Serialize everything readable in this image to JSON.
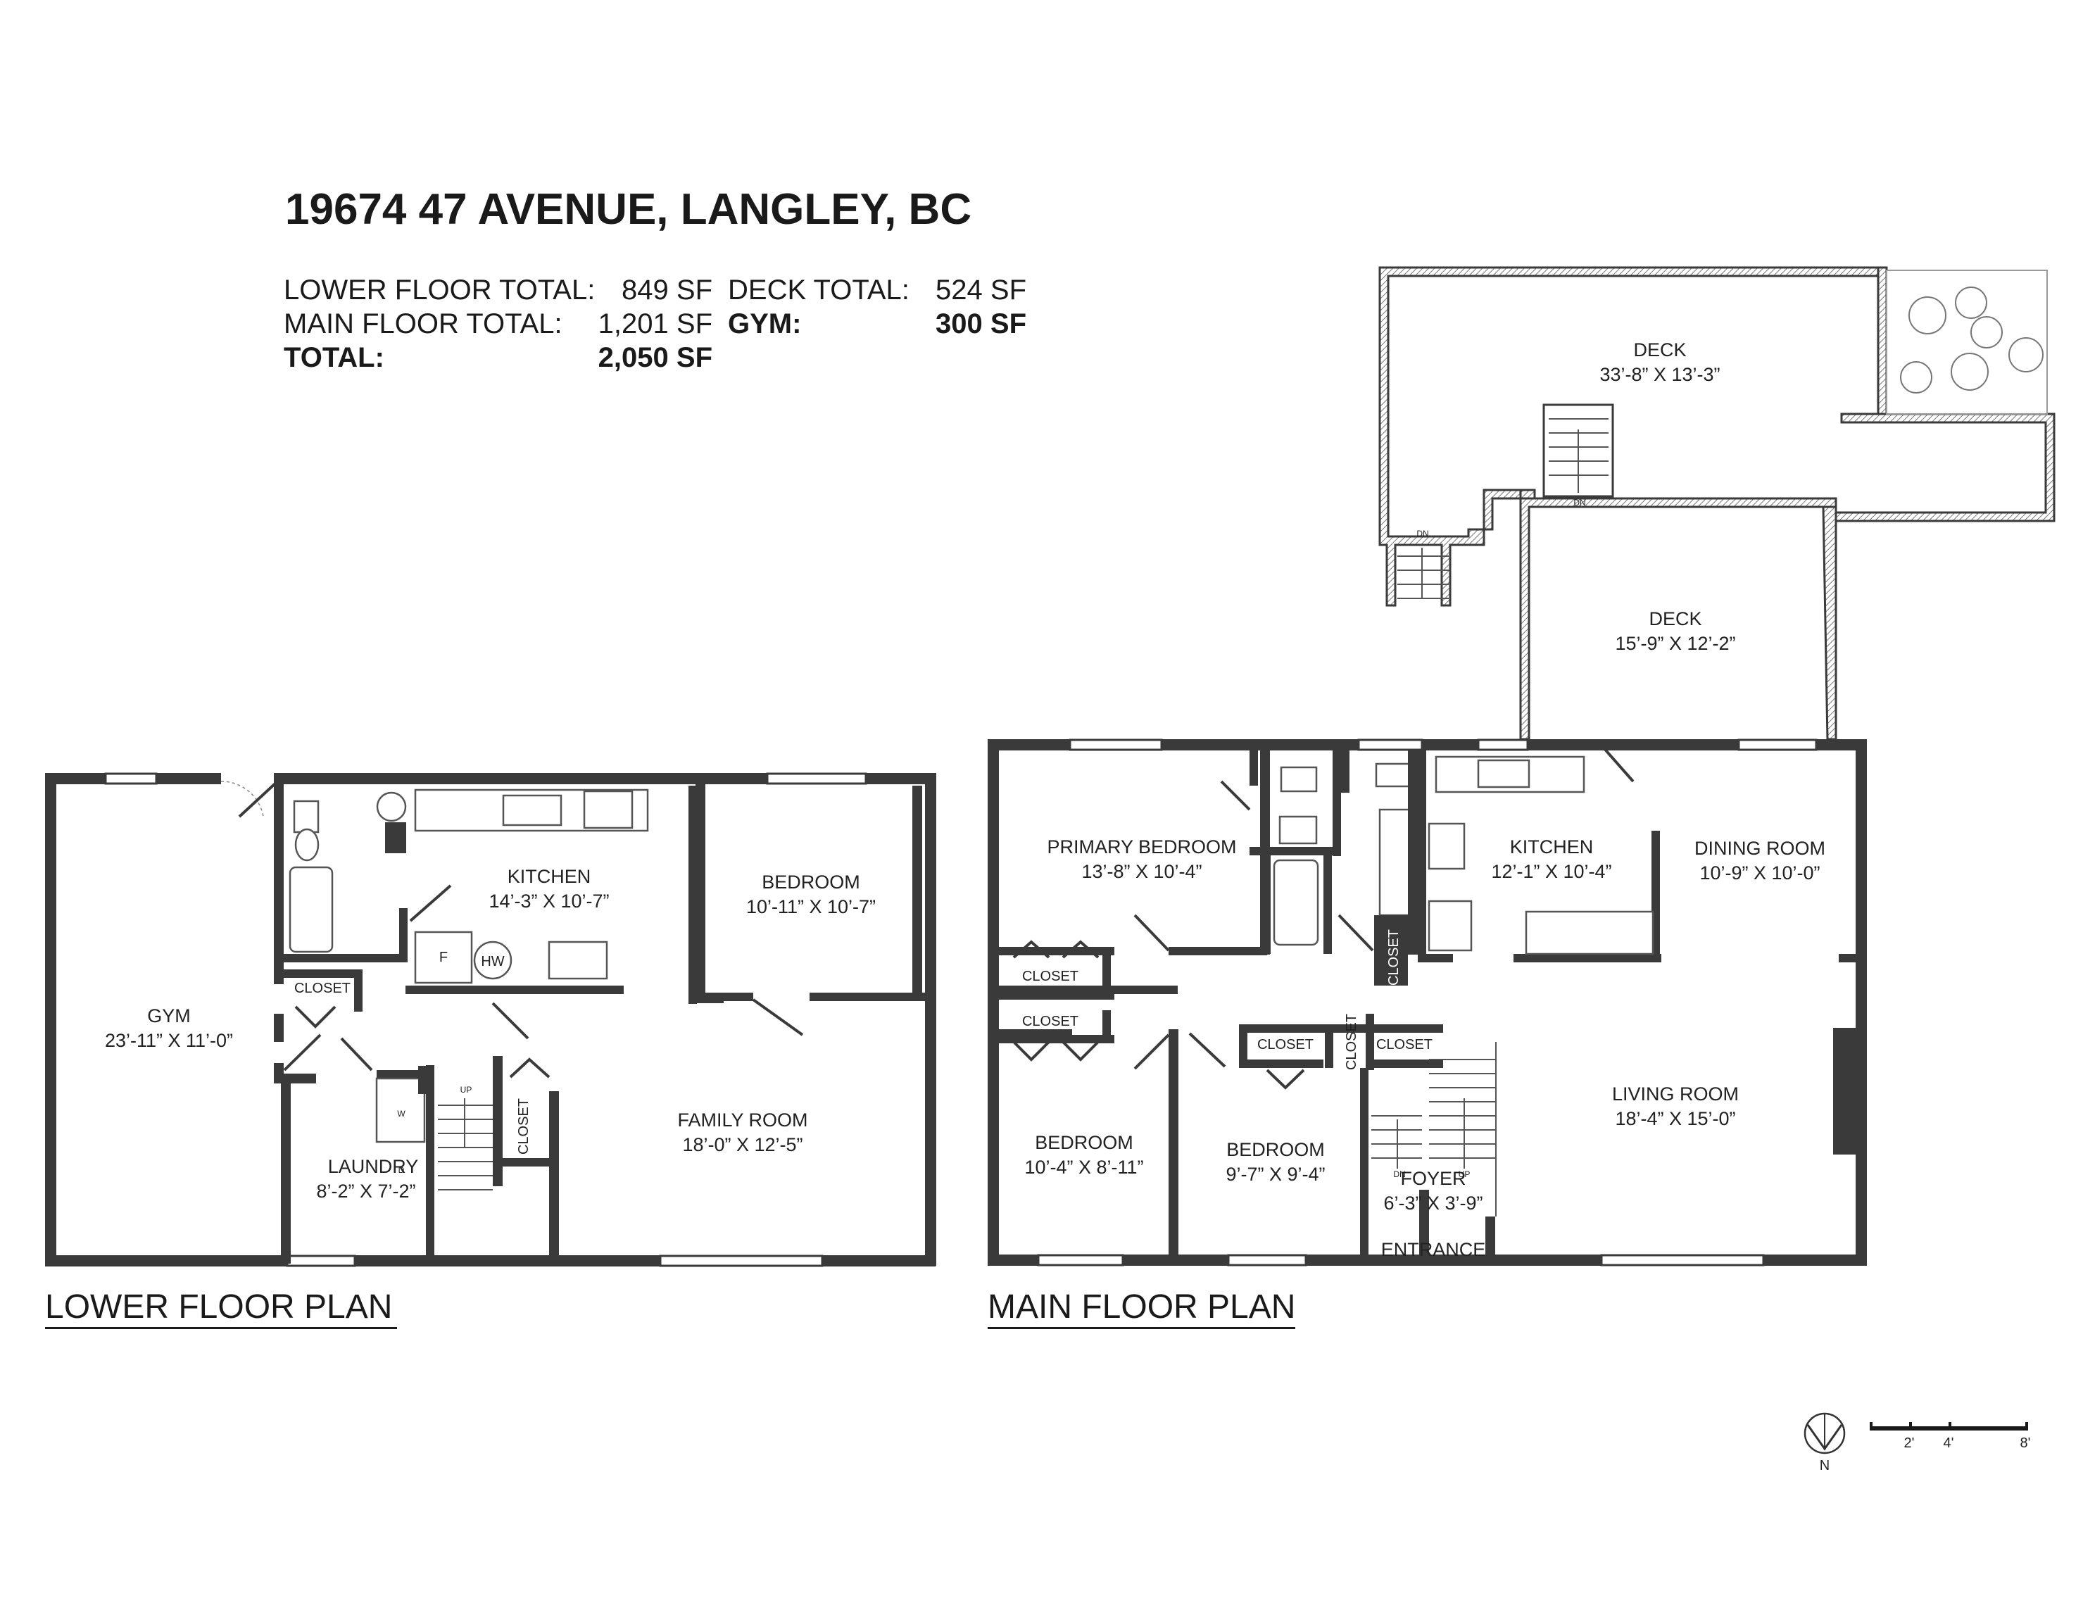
{
  "title": "19674 47 AVENUE, LANGLEY, BC",
  "areas": {
    "lower_floor_label": "LOWER FLOOR TOTAL:",
    "lower_floor_value": "849 SF",
    "main_floor_label": "MAIN FLOOR TOTAL:",
    "main_floor_value": "1,201 SF",
    "total_label": "TOTAL:",
    "total_value": "2,050 SF",
    "deck_label": "DECK TOTAL:",
    "deck_value": "524 SF",
    "gym_label": "GYM:",
    "gym_value": "300 SF"
  },
  "lower_plan": {
    "heading": "LOWER FLOOR PLAN",
    "gym": {
      "name": "GYM",
      "size": "23’-11” X 11’-0”"
    },
    "kitchen": {
      "name": "KITCHEN",
      "size": "14’-3” X 10’-7”"
    },
    "bedroom": {
      "name": "BEDROOM",
      "size": "10’-11” X 10’-7”"
    },
    "family_room": {
      "name": "FAMILY ROOM",
      "size": "18’-0” X 12’-5”"
    },
    "laundry": {
      "name": "LAUNDRY",
      "size": "8’-2” X 7’-2”"
    },
    "closet1": "CLOSET",
    "closet2": "CLOSET",
    "stairs_up": "UP",
    "fridge": "F",
    "water_heater": "HW",
    "washer": "W",
    "dryer": "D"
  },
  "main_plan": {
    "heading": "MAIN FLOOR PLAN",
    "deck1": {
      "name": "DECK",
      "size": "33’-8” X 13’-3”"
    },
    "deck2": {
      "name": "DECK",
      "size": "15’-9” X 12’-2”"
    },
    "primary_bedroom": {
      "name": "PRIMARY BEDROOM",
      "size": "13’-8” X 10’-4”"
    },
    "kitchen": {
      "name": "KITCHEN",
      "size": "12’-1” X 10’-4”"
    },
    "dining_room": {
      "name": "DINING ROOM",
      "size": "10’-9” X 10’-0”"
    },
    "living_room": {
      "name": "LIVING ROOM",
      "size": "18’-4” X 15’-0”"
    },
    "bedroom1": {
      "name": "BEDROOM",
      "size": "10’-4” X 8’-11”"
    },
    "bedroom2": {
      "name": "BEDROOM",
      "size": "9’-7” X 9’-4”"
    },
    "foyer": {
      "name": "FOYER",
      "size": "6’-3” X 3’-9”"
    },
    "entrance": "ENTRANCE",
    "closet_a": "CLOSET",
    "closet_b": "CLOSET",
    "closet_c": "CLOSET",
    "closet_d": "CLOSET",
    "closet_e": "CLOSET",
    "closet_f": "CLOSET",
    "stairs_dn1": "DN",
    "stairs_dn2": "DN",
    "stairs_dn3": "DN",
    "stairs_up": "UP"
  },
  "legend": {
    "north": "N",
    "scale_2": "2'",
    "scale_4": "4'",
    "scale_8": "8'"
  }
}
